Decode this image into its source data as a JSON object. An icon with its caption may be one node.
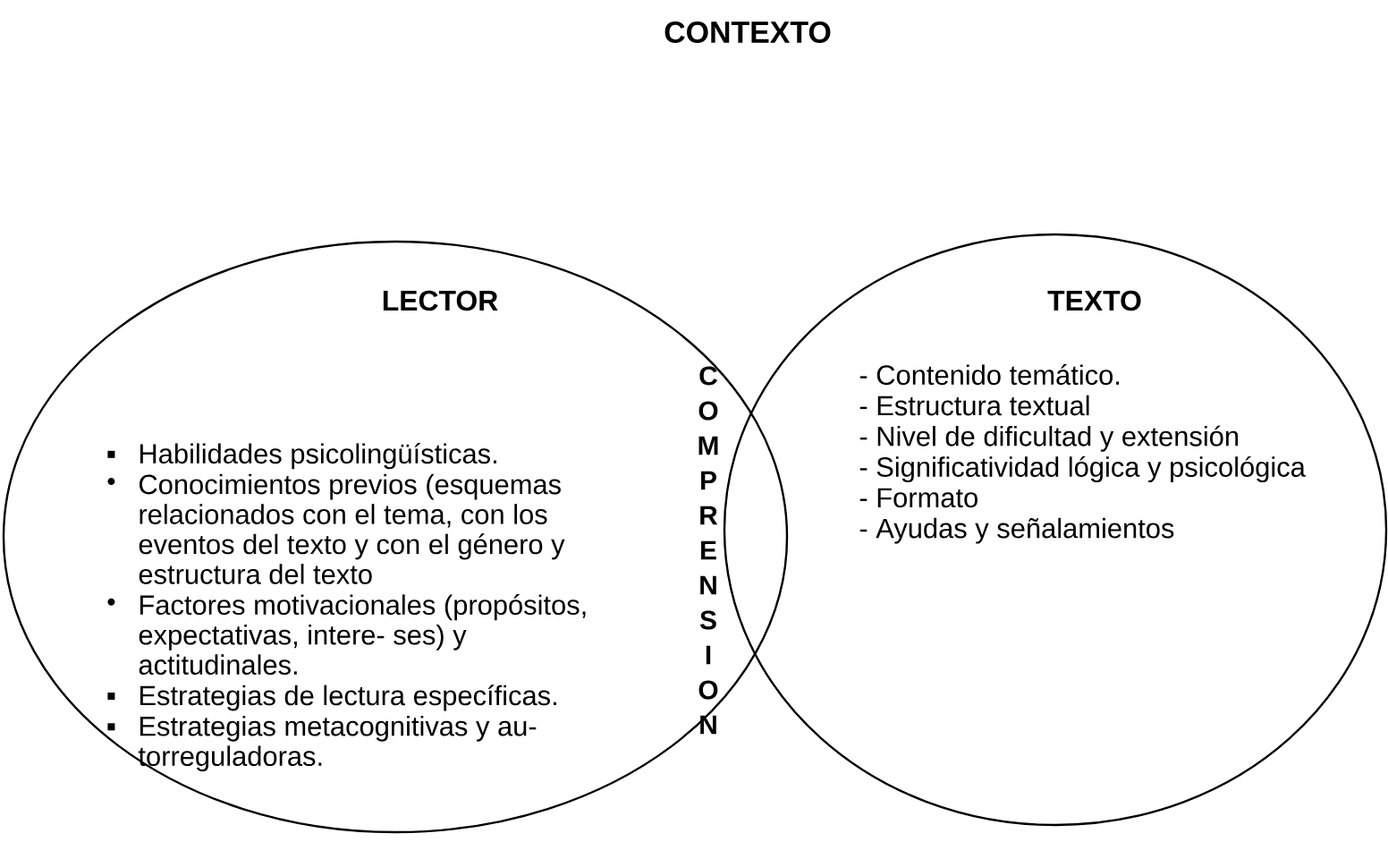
{
  "diagram": {
    "title": "CONTEXTO",
    "nodes": [
      {
        "text": [
          "LECTOR",
          "Habilidades psicolingüísticas.",
          "Conocimientos previos (esquemas relacionados con el tema, con los eventos del texto y con el género y estructura del texto",
          "Factores motivacionales (propósitos, expectativas, intere- ses) y actitudinales.",
          "Estrategias de lectura específicas.",
          "Estrategias metacognitivas y au- torreguladoras."
        ]
      },
      {
        "text": [
          "TEXTO",
          "- Contenido temático.",
          "- Estructura textual",
          "- Nivel de dificultad y extensión",
          "- Significatividad lógica y psicológica",
          "- Formato",
          "- Ayudas y señalamientos"
        ]
      }
    ],
    "labels": [
      "C",
      "O",
      "M",
      "P",
      "R",
      "E",
      "N",
      "S",
      "I",
      "O",
      "N"
    ]
  }
}
